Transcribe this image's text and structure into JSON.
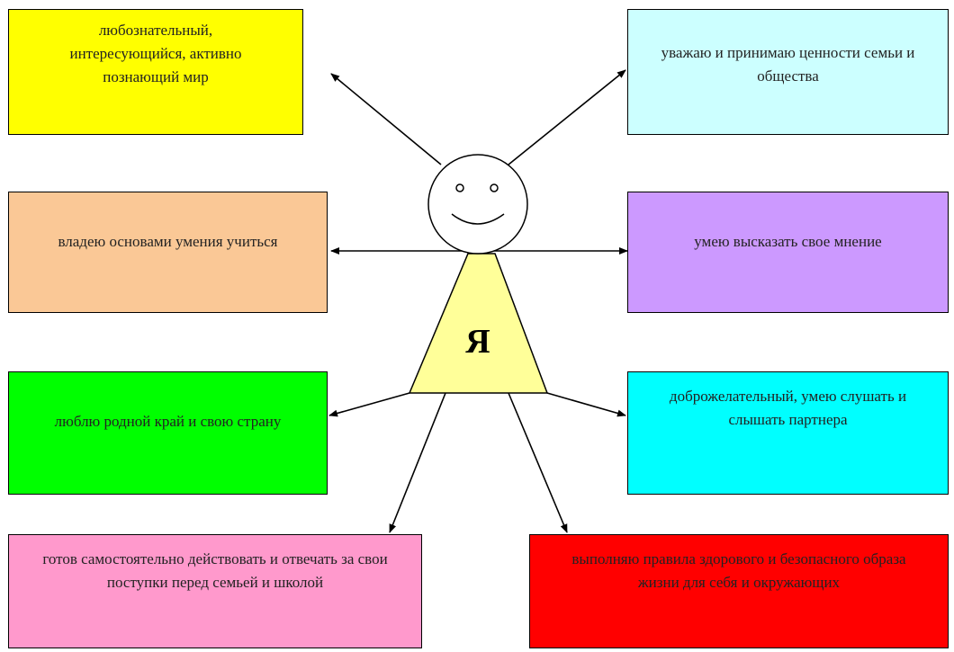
{
  "center": {
    "label": "Я"
  },
  "boxes": {
    "curious": {
      "text": "любознательный, интересующийся, активно познающий мир",
      "color": "#ffff00"
    },
    "values": {
      "text": "уважаю и принимаю ценности семьи и общества",
      "color": "#ccffff"
    },
    "learning": {
      "text": "владею основами умения учиться",
      "color": "#fac896"
    },
    "opinion": {
      "text": "умею высказать свое мнение",
      "color": "#cc99ff"
    },
    "homeland": {
      "text": "люблю родной край и свою страну",
      "color": "#00ff00"
    },
    "friendly": {
      "text": "доброжелательный, умею слушать и слышать партнера",
      "color": "#00ffff"
    },
    "responsible": {
      "text": "готов самостоятельно действовать и отвечать за свои поступки перед семьей и школой",
      "color": "#ff99cc"
    },
    "healthy": {
      "text": "выполняю правила здорового и безопасного образа жизни для себя и окружающих",
      "color": "#ff0000"
    }
  },
  "figure": {
    "head_color": "#ffffff",
    "body_color": "#ffff99"
  }
}
